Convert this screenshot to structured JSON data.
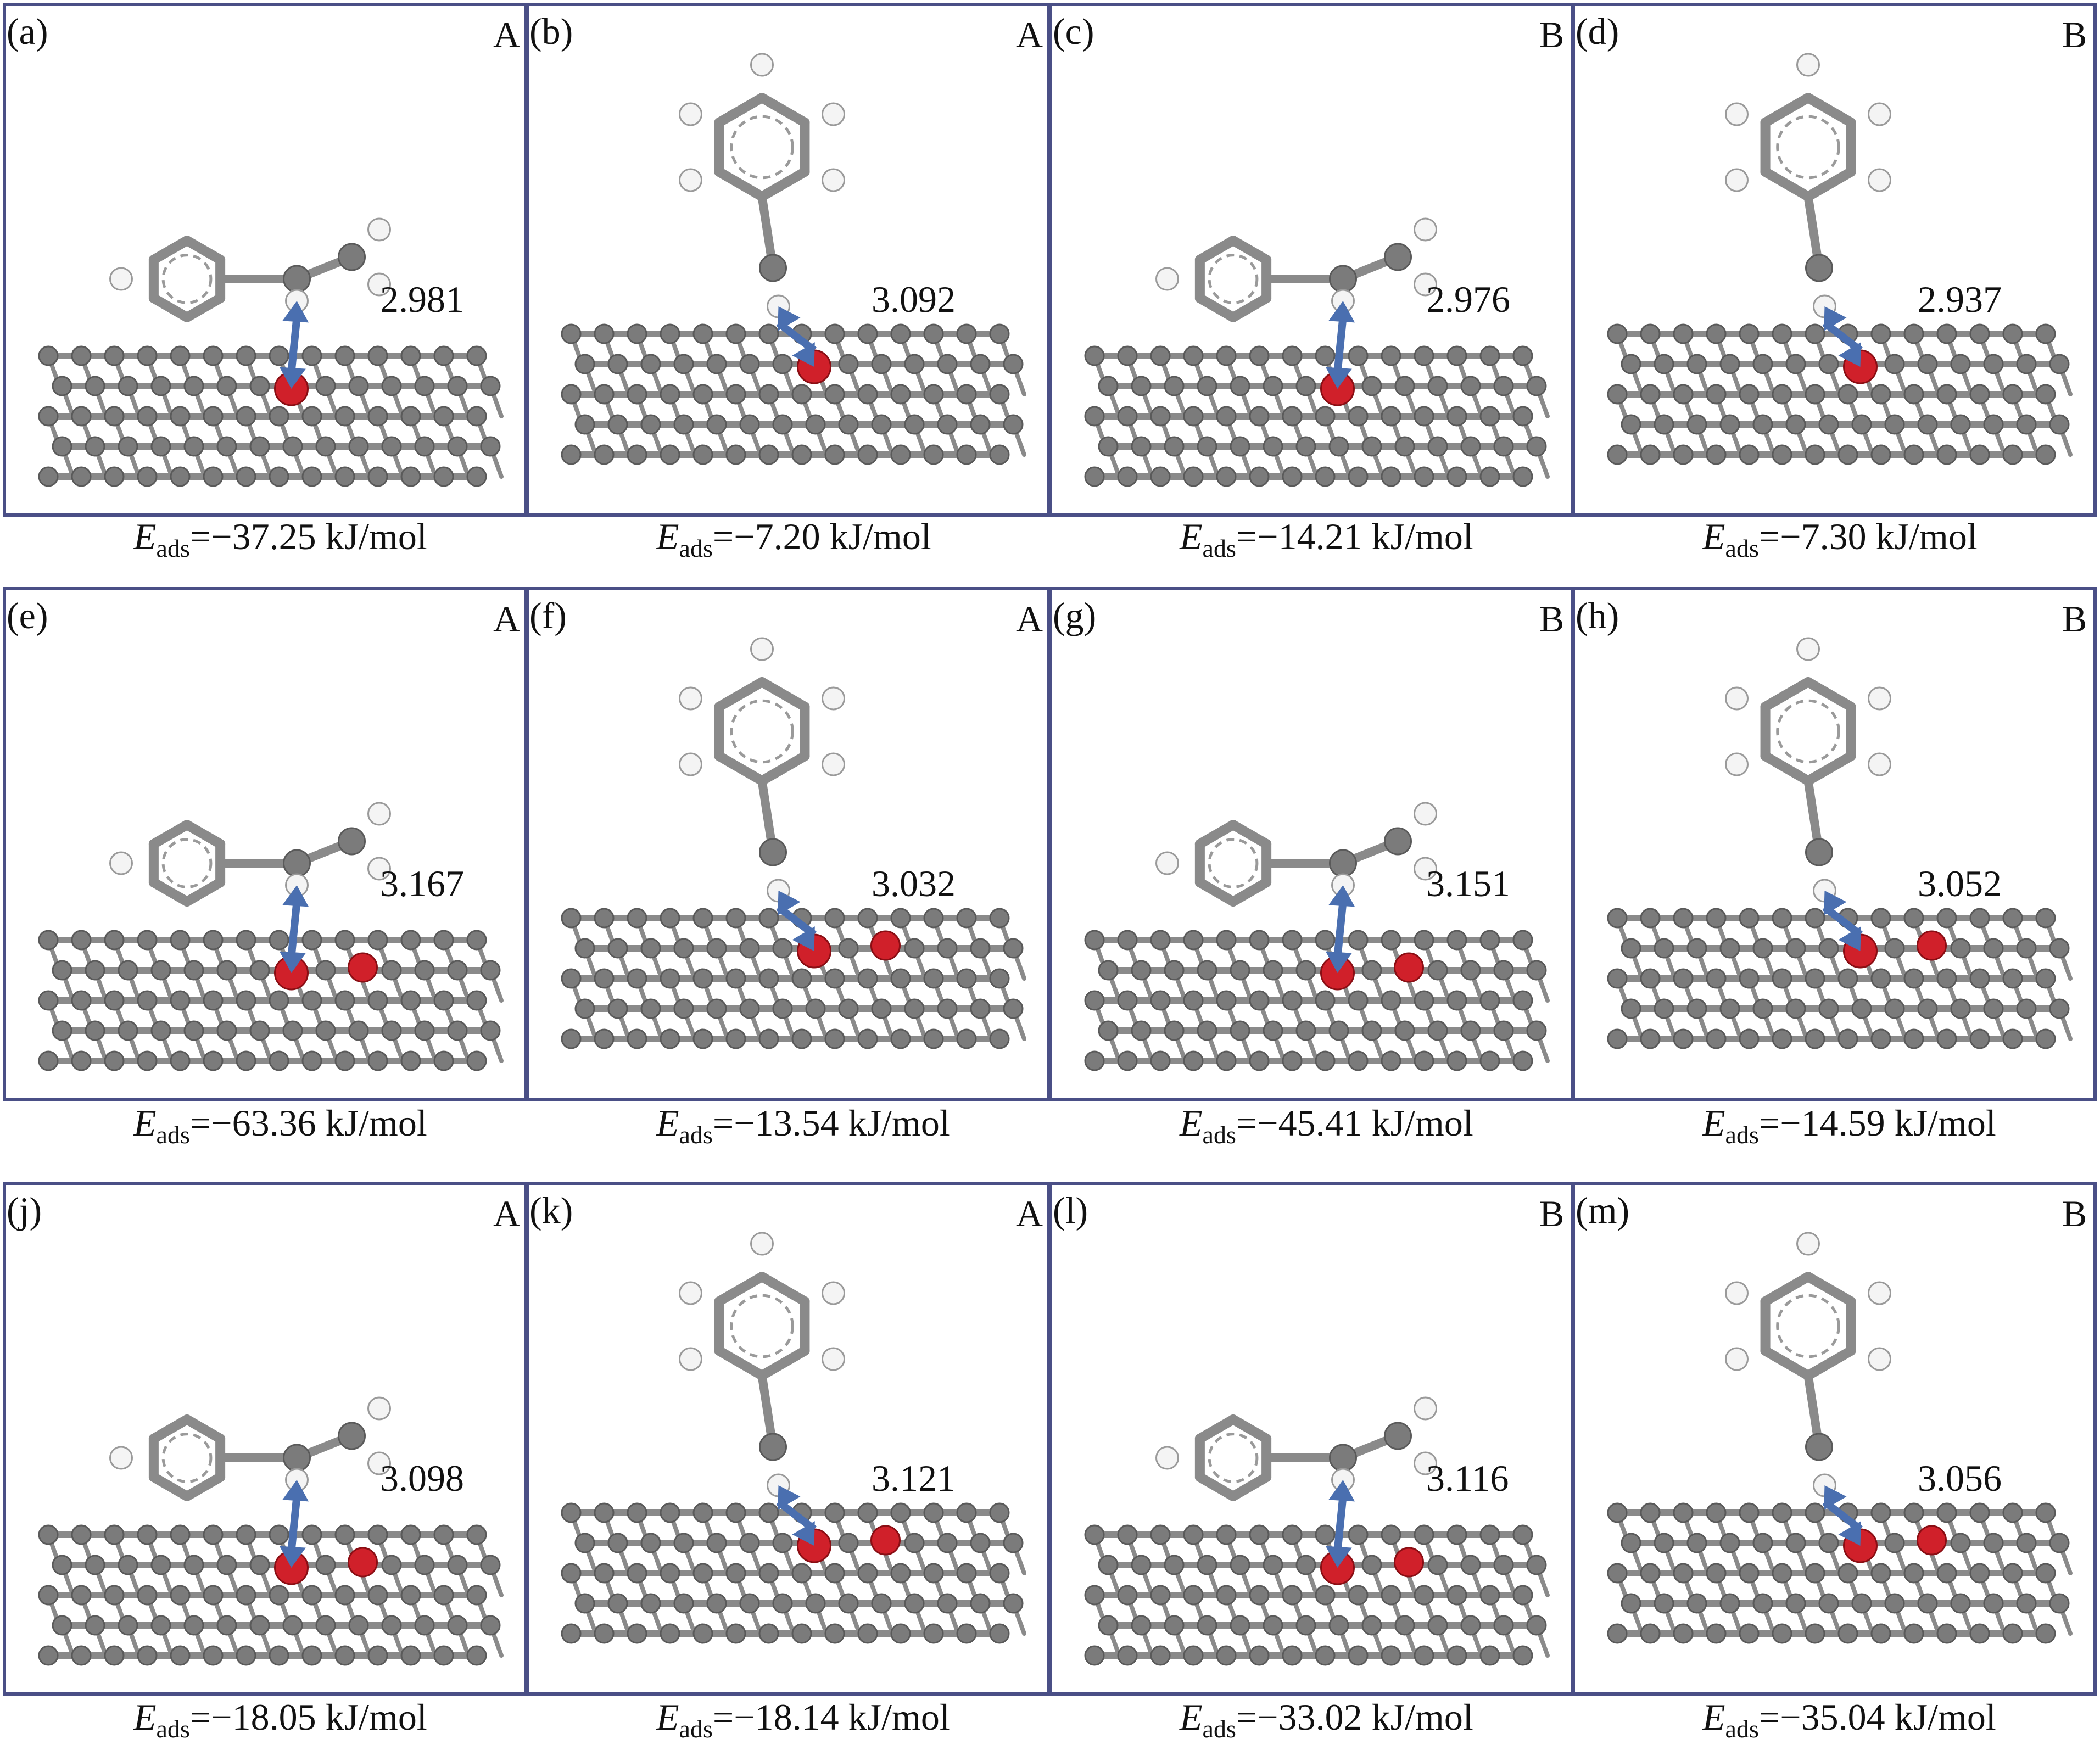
{
  "figure": {
    "panels": [
      {
        "label": "(a)",
        "site": "A",
        "distance": "2.981",
        "eads_value": "=−37.25 kJ/mol",
        "orientation": "flat",
        "oxygen": 1
      },
      {
        "label": "(b)",
        "site": "A",
        "distance": "3.092",
        "eads_value": "=−7.20 kJ/mol",
        "orientation": "upright",
        "oxygen": 1
      },
      {
        "label": "(c)",
        "site": "B",
        "distance": "2.976",
        "eads_value": "=−14.21 kJ/mol",
        "orientation": "flat",
        "oxygen": 1
      },
      {
        "label": "(d)",
        "site": "B",
        "distance": "2.937",
        "eads_value": "=−7.30 kJ/mol",
        "orientation": "upright",
        "oxygen": 1
      },
      {
        "label": "(e)",
        "site": "A",
        "distance": "3.167",
        "eads_value": "=−63.36 kJ/mol",
        "orientation": "flat",
        "oxygen": 2
      },
      {
        "label": "(f)",
        "site": "A",
        "distance": "3.032",
        "eads_value": "=−13.54 kJ/mol",
        "orientation": "upright",
        "oxygen": 2
      },
      {
        "label": "(g)",
        "site": "B",
        "distance": "3.151",
        "eads_value": "=−45.41 kJ/mol",
        "orientation": "flat",
        "oxygen": 2
      },
      {
        "label": "(h)",
        "site": "B",
        "distance": "3.052",
        "eads_value": "=−14.59 kJ/mol",
        "orientation": "upright",
        "oxygen": 2
      },
      {
        "label": "(j)",
        "site": "A",
        "distance": "3.098",
        "eads_value": "=−18.05 kJ/mol",
        "orientation": "flat",
        "oxygen": 2
      },
      {
        "label": "(k)",
        "site": "A",
        "distance": "3.121",
        "eads_value": "=−18.14 kJ/mol",
        "orientation": "upright",
        "oxygen": 2
      },
      {
        "label": "(l)",
        "site": "B",
        "distance": "3.116",
        "eads_value": "=−33.02 kJ/mol",
        "orientation": "flat",
        "oxygen": 2
      },
      {
        "label": "(m)",
        "site": "B",
        "distance": "3.056",
        "eads_value": "=−35.04 kJ/mol",
        "orientation": "upright",
        "oxygen": 2
      }
    ],
    "eads_symbol": "E",
    "eads_subscript": "ads"
  },
  "colors": {
    "frame": "#4a4f86",
    "carbon": "#7b7b7b",
    "hydrogen": "#f4f4f4",
    "oxygen": "#d0202a",
    "arrow": "#4a6fb0"
  }
}
